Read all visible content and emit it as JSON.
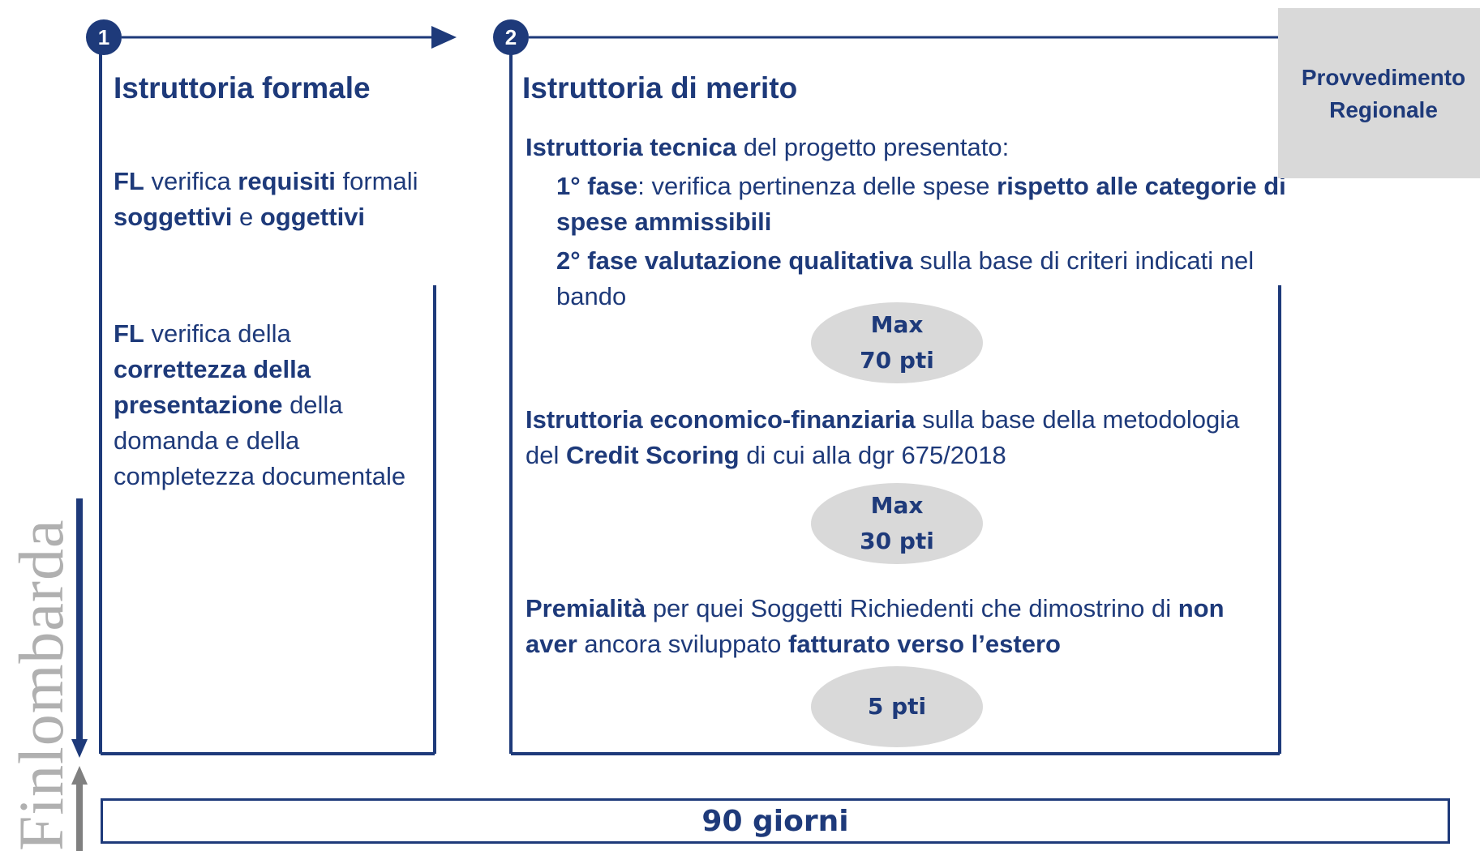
{
  "logo_text": "Finlombarda",
  "steps": [
    {
      "number": "1",
      "title": "Istruttoria formale",
      "paragraph1": [
        "FL",
        " verifica ",
        "requisiti",
        " formali ",
        "soggettivi",
        " e ",
        "oggettivi"
      ],
      "paragraph2": [
        "FL",
        " verifica della ",
        "correttezza della presentazione",
        " della domanda e della completezza documentale"
      ]
    },
    {
      "number": "2",
      "title": "Istruttoria di merito",
      "tecnica": {
        "lead_bold": "Istruttoria tecnica",
        "lead_rest": " del progetto presentato:",
        "phase1_bold": "1° fase",
        "phase1_rest": ": verifica pertinenza delle spese ",
        "phase1_bold2": "rispetto alle categorie di spese ammissibili",
        "phase2_bold": "2° fase valutazione qualitativa",
        "phase2_rest": " sulla base di criteri indicati nel bando",
        "score_line1": "Max",
        "score_line2": "70 pti"
      },
      "economica": {
        "lead_bold": "Istruttoria economico-finanziaria",
        "rest1": " sulla base della metodologia del ",
        "bold2": "Credit Scoring",
        "rest2": " di cui alla dgr 675/2018",
        "score_line1": "Max",
        "score_line2": "30 pti"
      },
      "premialita": {
        "lead_bold": "Premialità",
        "rest1": " per quei Soggetti Richiedenti che dimostrino di ",
        "bold2": "non aver",
        "rest2": " ancora sviluppato ",
        "bold3": "fatturato verso l’estero",
        "score": "5 pti"
      }
    }
  ],
  "provvedimento": {
    "line1": "Provvedimento",
    "line2": "Regionale"
  },
  "duration": "90 giorni",
  "colors": {
    "navy": "#1e3a7a",
    "grey": "#d9d9d9",
    "logo_grey": "#b0b0b0"
  }
}
